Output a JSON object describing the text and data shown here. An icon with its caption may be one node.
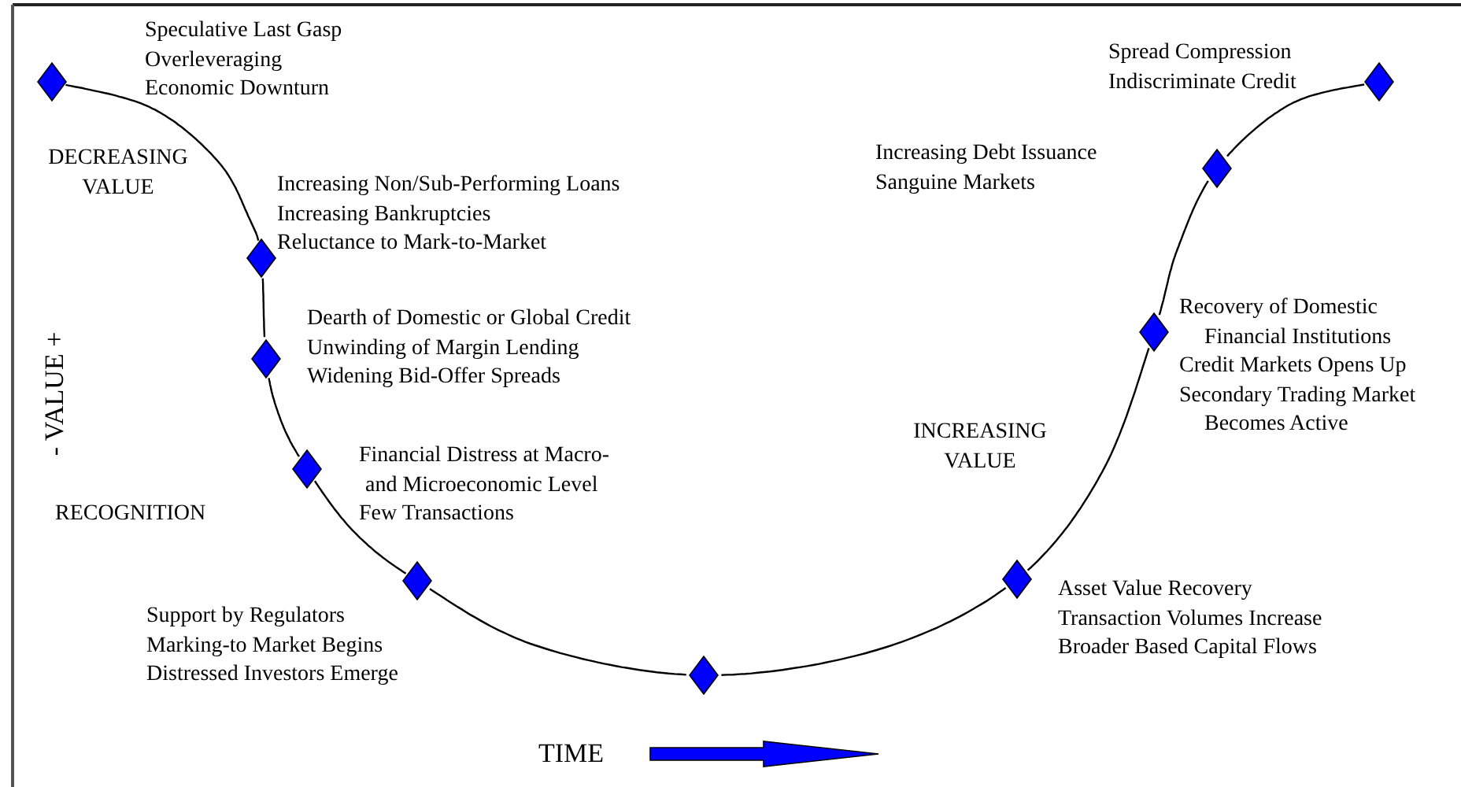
{
  "diagram": {
    "nodes": [
      {
        "text": [],
        "shape": "diamond",
        "beside": [
          "Speculative Last Gasp",
          "Overleveraging",
          "Economic Downturn"
        ]
      },
      {
        "text": [],
        "shape": "diamond",
        "beside": [
          "Increasing Non/Sub-Performing Loans",
          "Increasing Bankruptcies",
          "Reluctance to Mark-to-Market"
        ]
      },
      {
        "text": [],
        "shape": "diamond",
        "beside": [
          "Dearth of Domestic or Global Credit",
          "Unwinding of Margin Lending",
          "Widening Bid-Offer Spreads"
        ]
      },
      {
        "text": [],
        "shape": "diamond",
        "beside": [
          "Financial Distress at Macro- and Microeconomic Level",
          "Few Transactions"
        ]
      },
      {
        "text": [],
        "shape": "diamond",
        "beside": [
          "Support by Regulators",
          "Marking-to Market Begins",
          "Distressed Investors Emerge"
        ]
      },
      {
        "text": [],
        "shape": "diamond"
      },
      {
        "text": [],
        "shape": "diamond",
        "beside": [
          "Asset Value Recovery",
          "Transaction Volumes Increase",
          "Broader Based Capital Flows"
        ]
      },
      {
        "text": [],
        "shape": "diamond",
        "beside": [
          "Recovery of Domestic Financial Institutions",
          "Credit Markets Opens Up",
          "Secondary Trading Market Becomes Active"
        ]
      },
      {
        "text": [],
        "shape": "diamond",
        "beside": [
          "Increasing Debt Issuance",
          "Sanguine Markets"
        ]
      },
      {
        "text": [],
        "shape": "diamond",
        "beside": [
          "Spread Compression",
          "Indiscriminate Credit"
        ]
      }
    ],
    "edges": [
      {
        "from": 0,
        "to": 1,
        "arrow": "none"
      },
      {
        "from": 1,
        "to": 2,
        "arrow": "none"
      },
      {
        "from": 2,
        "to": 3,
        "arrow": "none"
      },
      {
        "from": 3,
        "to": 4,
        "arrow": "none"
      },
      {
        "from": 4,
        "to": 5,
        "arrow": "none"
      },
      {
        "from": 5,
        "to": 6,
        "arrow": "none"
      },
      {
        "from": 6,
        "to": 7,
        "arrow": "none"
      },
      {
        "from": 7,
        "to": 8,
        "arrow": "none"
      },
      {
        "from": 8,
        "to": 9,
        "arrow": "none"
      }
    ],
    "labels": [
      "DECREASING VALUE",
      "- VALUE +",
      "INCREASING VALUE",
      "RECOGNITION",
      "TIME"
    ]
  }
}
